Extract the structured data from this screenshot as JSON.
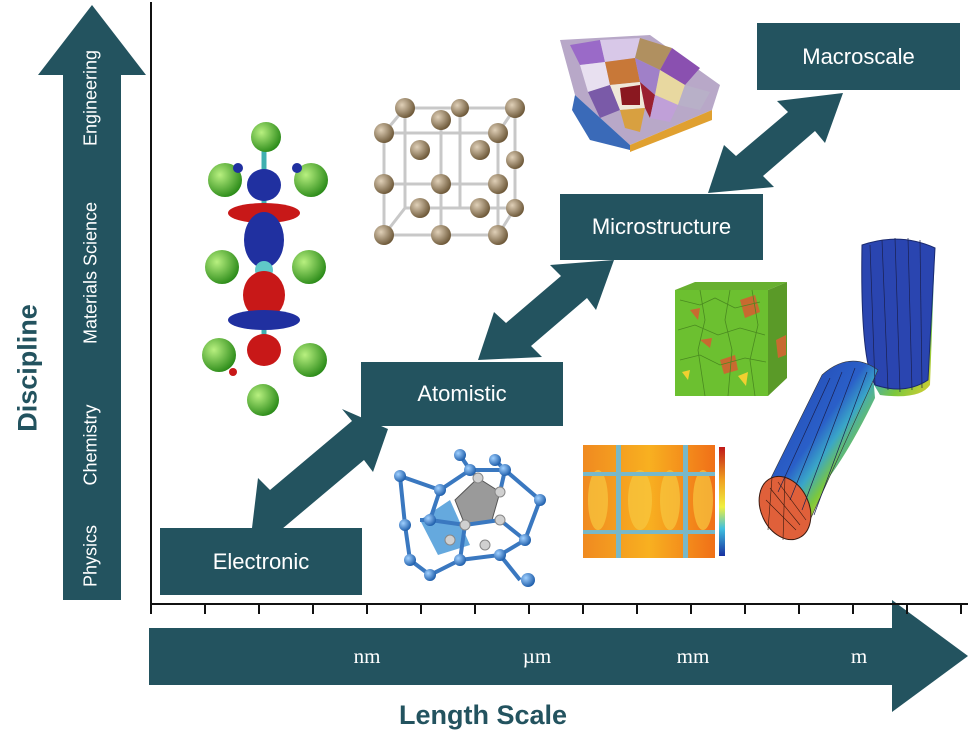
{
  "diagram": {
    "y_axis_title": "Discipline",
    "x_axis_title": "Length Scale",
    "disciplines": [
      "Physics",
      "Chemistry",
      "Materials Science",
      "Engineering"
    ],
    "length_ticks": [
      "nm",
      "µm",
      "mm",
      "m"
    ],
    "levels": {
      "electronic": "Electronic",
      "atomistic": "Atomistic",
      "microstructure": "Microstructure",
      "macroscale": "Macroscale"
    },
    "colors": {
      "accent": "#23535f"
    },
    "illustrations": [
      "electron-density-illustration",
      "crystal-lattice-illustration",
      "molecular-cluster-illustration",
      "grain-surface-illustration",
      "grain-cube-illustration",
      "stress-field-map-illustration",
      "fea-component-illustration"
    ]
  }
}
